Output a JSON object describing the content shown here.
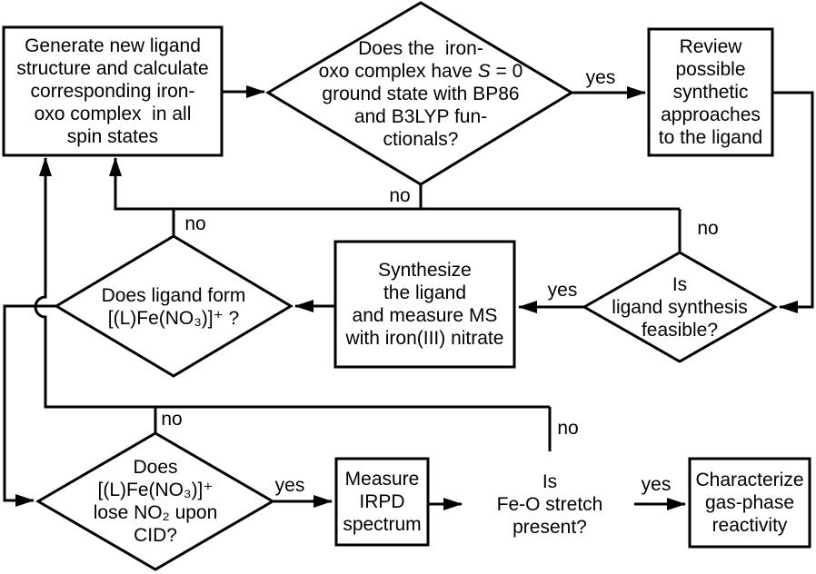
{
  "figure": {
    "background_color": "#ffffff",
    "line_color": "#000000",
    "text_color": "#000000"
  },
  "nodes": {
    "generate_box": {
      "label": "Generate new ligand\nstructure and calculate\ncorresponding iron-\noxo complex  in all\nspin states"
    },
    "s0_diamond": {
      "label_pre": "Does the  iron-\noxo complex have ",
      "label_italic": "S",
      "label_post": " = 0\nground state with BP86\nand B3LYP fun-\nctionals?"
    },
    "review_box": {
      "label": "Review\npossible\nsynthetic\napproaches\nto the ligand"
    },
    "feasible_diamond": {
      "label": "Is\nligand synthesis\nfeasible?"
    },
    "synthesize_box": {
      "label": "Synthesize\nthe ligand\nand measure MS\nwith iron(III) nitrate"
    },
    "form_diamond": {
      "label": "Does ligand form\n[(L)Fe(NO₃)]⁺ ?"
    },
    "cid_diamond": {
      "label": "Does\n[(L)Fe(NO₃)]⁺\nlose NO₂ upon\nCID?"
    },
    "irpd_box": {
      "label": "Measure\nIRPD\nspectrum"
    },
    "feo_diamond": {
      "label": "Is\nFe-O stretch\npresent?"
    },
    "characterize_box": {
      "label": "Characterize\ngas-phase\nreactivity"
    }
  },
  "edge_labels": {
    "s0_yes": "yes",
    "s0_no": "no",
    "feasible_no": "no",
    "feasible_yes": "yes",
    "form_no": "no",
    "cid_no": "no",
    "cid_yes": "yes",
    "feo_no": "no",
    "feo_yes": "yes"
  }
}
